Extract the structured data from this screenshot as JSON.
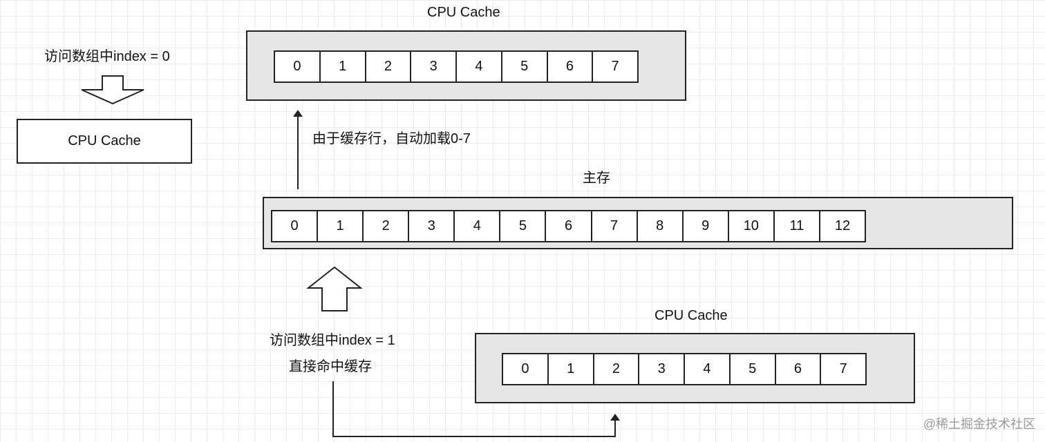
{
  "top_left": {
    "access_label": "访问数组中index = 0",
    "cache_box_label": "CPU Cache"
  },
  "top_cache": {
    "title": "CPU Cache",
    "cells": [
      "0",
      "1",
      "2",
      "3",
      "4",
      "5",
      "6",
      "7"
    ]
  },
  "load_label": "由于缓存行，自动加载0-7",
  "main_memory": {
    "title": "主存",
    "cells": [
      "0",
      "1",
      "2",
      "3",
      "4",
      "5",
      "6",
      "7",
      "8",
      "9",
      "10",
      "11",
      "12"
    ]
  },
  "bottom_left": {
    "access_label": "访问数组中index = 1",
    "hit_label": "直接命中缓存"
  },
  "bottom_cache": {
    "title": "CPU Cache",
    "cells": [
      "0",
      "1",
      "2",
      "3",
      "4",
      "5",
      "6",
      "7"
    ]
  },
  "watermark": "@稀土掘金技术社区"
}
